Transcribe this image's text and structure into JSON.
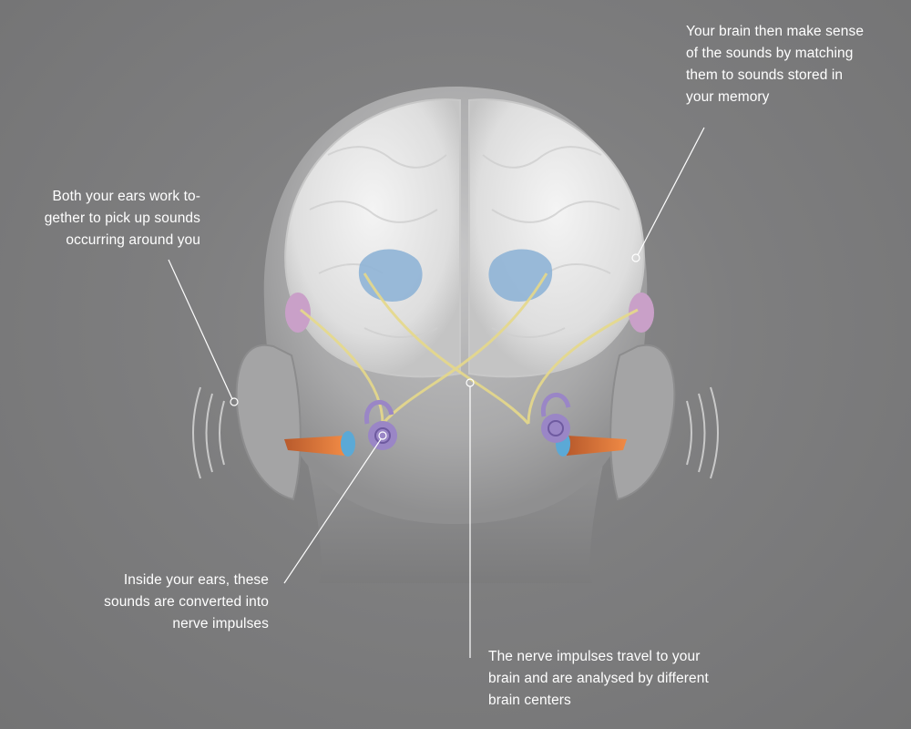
{
  "captions": {
    "ears_work_together": [
      "Both your ears work to-",
      "gether to pick up sounds",
      "occurring around you"
    ],
    "inside_ears": [
      "Inside your ears, these",
      "sounds are converted into",
      "nerve impulses"
    ],
    "brain_makes_sense": [
      "Your brain then make sense",
      "of the sounds by matching",
      "them to sounds stored in",
      "your memory"
    ],
    "nerve_travel": [
      "The nerve impulses travel to your",
      "brain and are analysed by different",
      "brain centers"
    ]
  },
  "colors": {
    "background": "#7d7d7e",
    "text": "#ffffff",
    "head": "#b9b9ba",
    "brain": "#e6e6e6",
    "auditory_cortex": "#8fb4d6",
    "memory_area": "#c9a0c8",
    "nerve_pathway": "#e6d98a",
    "cochlea": "#9a86c6",
    "eardrum": "#5ba9d6",
    "ear_canal": "#d9713a"
  }
}
